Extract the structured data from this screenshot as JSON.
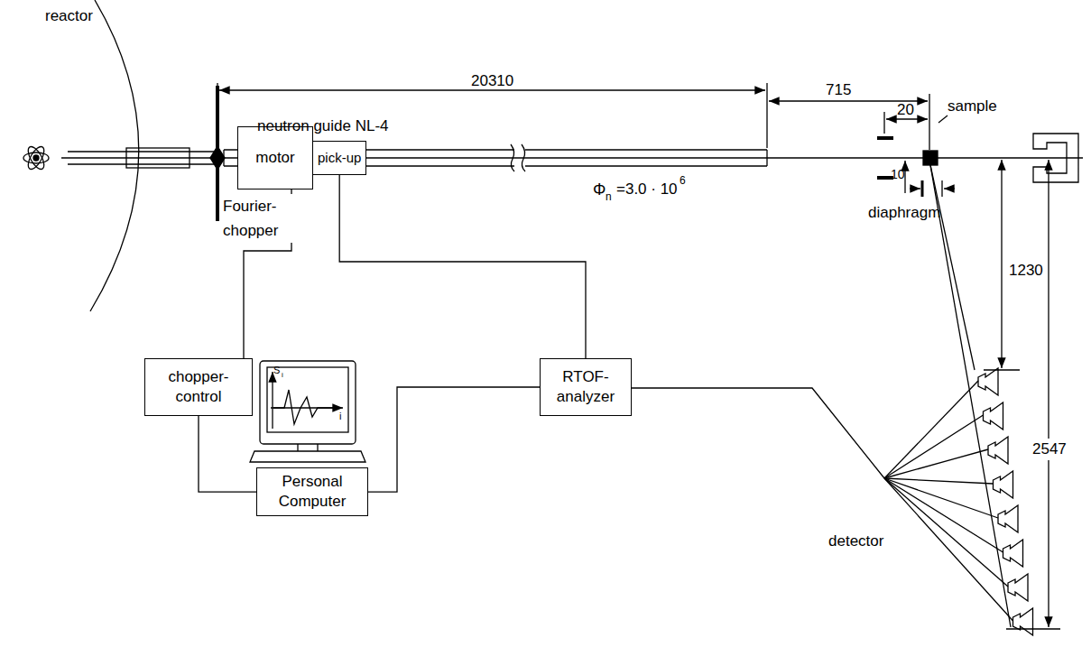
{
  "diagram": {
    "nodes": [
      {
        "text": [
          "motor"
        ]
      },
      {
        "text": [
          "pick-up"
        ]
      },
      {
        "text": [
          "chopper-control"
        ]
      },
      {
        "text": [
          "RTOF-analyzer"
        ]
      },
      {
        "text": [
          "Personal Computer"
        ]
      }
    ],
    "edges": [
      {
        "from": 0,
        "to": 2,
        "arrow": "none"
      },
      {
        "from": 1,
        "to": 3,
        "arrow": "none"
      },
      {
        "from": 2,
        "to": 4,
        "arrow": "none"
      },
      {
        "from": 3,
        "to": 4,
        "arrow": "none"
      }
    ],
    "labels": [
      "reactor",
      "neutron guide NL-4",
      "20310",
      "715",
      "20",
      "sample",
      "Φ",
      "n",
      "=3.0 · 10",
      "6",
      "diaphragm",
      "10",
      "1230",
      "2547",
      "Fourier-chopper",
      "detector",
      "S",
      "i",
      "i"
    ]
  }
}
